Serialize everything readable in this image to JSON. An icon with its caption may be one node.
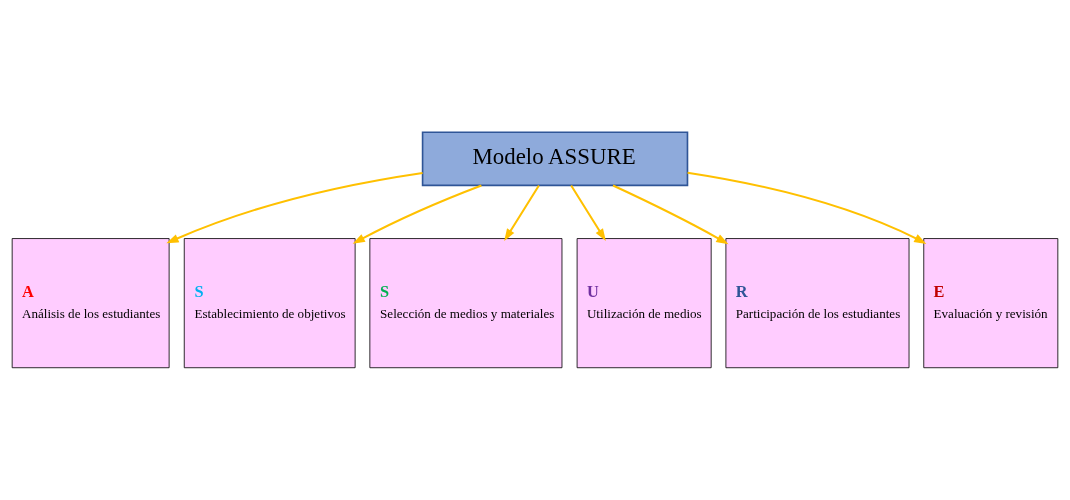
{
  "diagram": {
    "nodes": [
      {
        "text": [
          "Modelo ASSURE"
        ]
      },
      {
        "text": [
          "A",
          "Análisis de los estudiantes"
        ]
      },
      {
        "text": [
          "S",
          "Establecimiento de objetivos"
        ]
      },
      {
        "text": [
          "S",
          "Selección de medios y materiales"
        ]
      },
      {
        "text": [
          "U",
          "Utilización de medios"
        ]
      },
      {
        "text": [
          "R",
          "Participación de los estudiantes"
        ]
      },
      {
        "text": [
          "E",
          "Evaluación y revisión"
        ]
      }
    ],
    "edges": [
      {
        "from": 0,
        "to": 1,
        "arrow": "to"
      },
      {
        "from": 0,
        "to": 2,
        "arrow": "to"
      },
      {
        "from": 0,
        "to": 3,
        "arrow": "to"
      },
      {
        "from": 0,
        "to": 4,
        "arrow": "to"
      },
      {
        "from": 0,
        "to": 5,
        "arrow": "to"
      },
      {
        "from": 0,
        "to": 6,
        "arrow": "to"
      }
    ]
  }
}
